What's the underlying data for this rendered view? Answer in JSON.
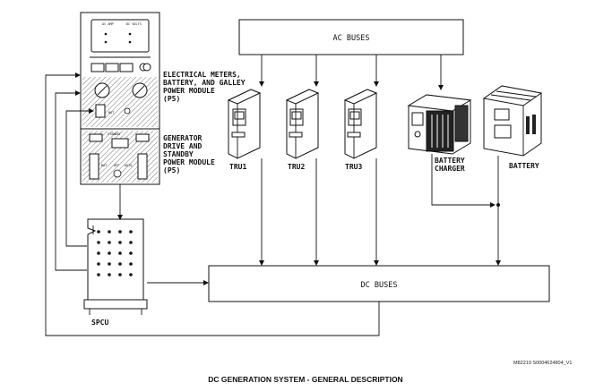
{
  "labels": {
    "ac_buses": "AC BUSES",
    "dc_buses": "DC BUSES",
    "p5_module_1": [
      "ELECTRICAL METERS,",
      "BATTERY, AND GALLEY",
      "POWER MODULE",
      "(P5)"
    ],
    "p5_module_2": [
      "GENERATOR",
      "DRIVE AND",
      "STANDBY",
      "POWER MODULE",
      "(P5)"
    ],
    "tru1": "TRU1",
    "tru2": "TRU2",
    "tru3": "TRU3",
    "battery_charger": [
      "BATTERY",
      "CHARGER"
    ],
    "battery": "BATTERY",
    "spcu": "SPCU"
  },
  "panel_text": {
    "top_a": "AC AMP",
    "top_b": "DC VOLTS",
    "standby": "STANDBY",
    "bat": "BAT",
    "off": "OFF",
    "auto": "AUTO"
  },
  "figure_ref": "M82219 S0004624804_V1",
  "caption": "DC GENERATION SYSTEM - GENERAL DESCRIPTION",
  "icons": [
    "arrowhead-icon",
    "junction-dot-icon",
    "knob-icon"
  ]
}
